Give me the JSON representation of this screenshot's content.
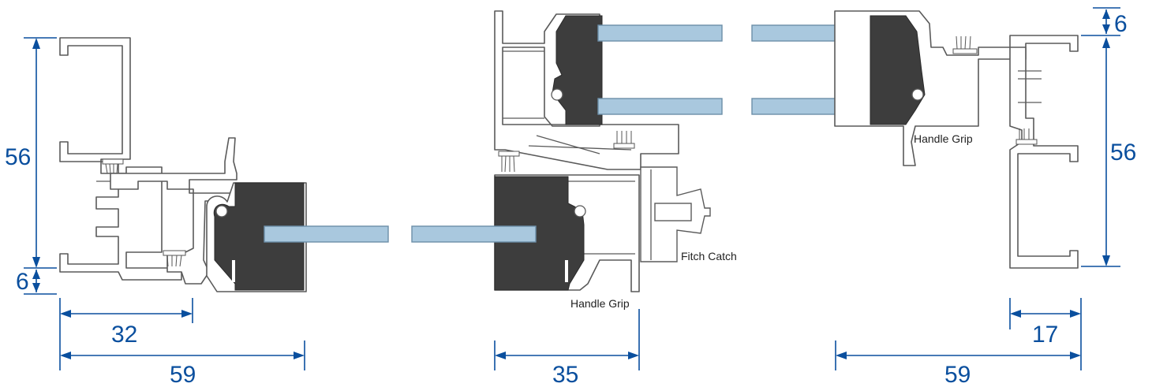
{
  "labels": {
    "fitch_catch": "Fitch Catch",
    "handle_grip_center": "Handle Grip",
    "handle_grip_right": "Handle Grip"
  },
  "dimensions": {
    "left_height": "56",
    "left_offset": "6",
    "left_width_inner": "32",
    "left_width_outer": "59",
    "center_width": "35",
    "right_offset": "6",
    "right_height": "56",
    "right_width_inner": "17",
    "right_width_outer": "59"
  },
  "colors": {
    "dimension": "#0a4f9e",
    "glass": "#a9c8de",
    "gasket": "#3d3d3d",
    "profile_stroke": "#5a5a5a"
  }
}
